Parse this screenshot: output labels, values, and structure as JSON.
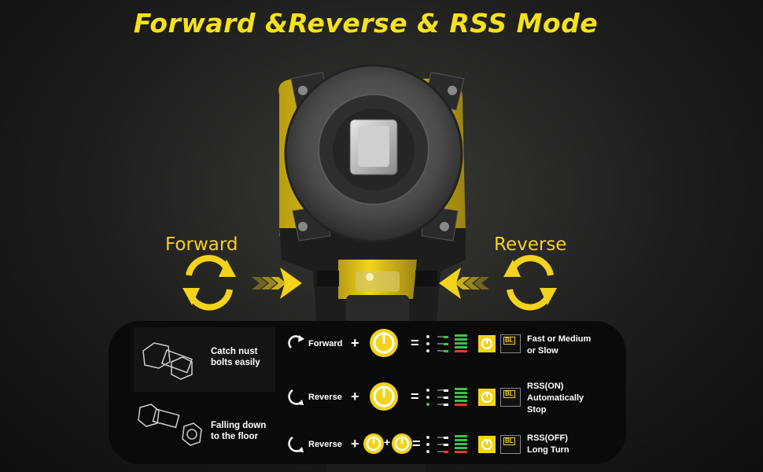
{
  "title": "Forward &Reverse & RSS Mode",
  "labels": {
    "forward": "Forward",
    "reverse": "Reverse"
  },
  "colors": {
    "accent": "#f3d31b",
    "background": "#1d1d1b",
    "panel": "#0a0a0a"
  },
  "features": [
    {
      "text": "Catch nust\nbolts easily",
      "icon": "bolt-nut-icon"
    },
    {
      "text": "Falling down\nto the floor",
      "icon": "bolt-nut-separated-icon"
    }
  ],
  "modes": [
    {
      "direction": "Forward",
      "icon": "rotate-forward-icon",
      "buttons": 1,
      "result": "Fast or Medium\nor Slow",
      "bl_label": "BL"
    },
    {
      "direction": "Reverse",
      "icon": "rotate-reverse-icon",
      "buttons": 1,
      "result": "RSS(ON)\nAutomatically\nStop",
      "bl_label": "BL"
    },
    {
      "direction": "Reverse",
      "icon": "rotate-reverse-icon",
      "buttons": 2,
      "result": "RSS(OFF)\nLong Turn",
      "bl_label": "BL"
    }
  ],
  "operators": {
    "plus": "+",
    "equals": "="
  }
}
